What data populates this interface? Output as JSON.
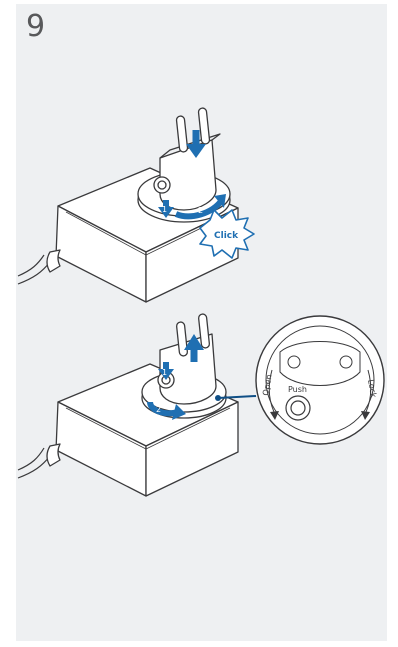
{
  "step": {
    "number": "9"
  },
  "callouts": {
    "click_label": "Click",
    "open_label": "Open",
    "push_label": "Push",
    "lock_label": "Lock"
  },
  "arrow_markers": {
    "first": "1",
    "second": "2"
  },
  "colors": {
    "panel_background": "#eef0f2",
    "outline": "#3a3a3c",
    "arrow_blue": "#1f6fb2",
    "arrow_dark": "#0f4f86",
    "number_text": "#58595b"
  },
  "icons": {
    "adapter": "power-adapter-icon",
    "plug_head": "euro-plug-head-icon",
    "magnifier": "detail-magnifier-icon"
  }
}
